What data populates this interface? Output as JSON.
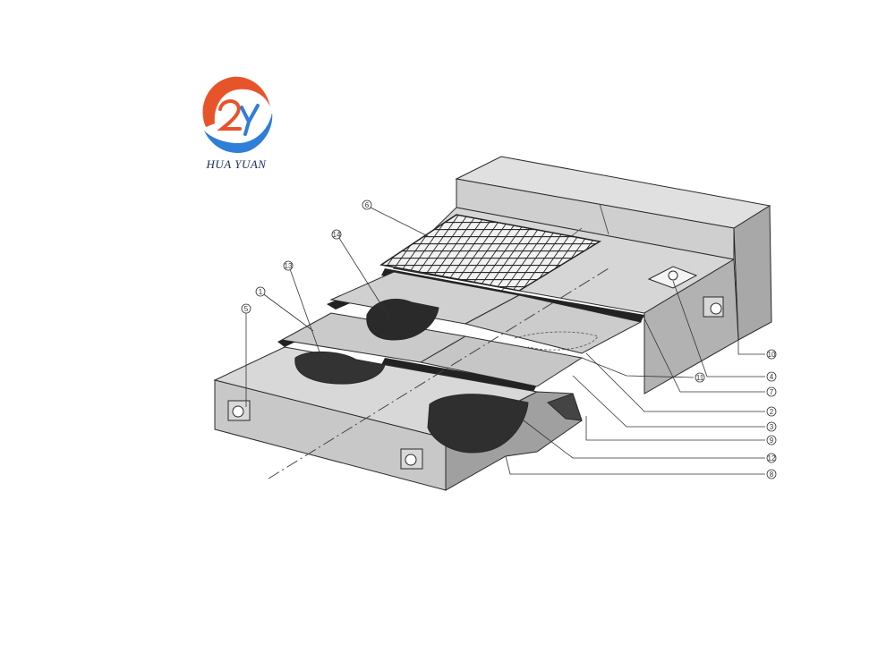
{
  "logo": {
    "text": "HUA YUAN",
    "colors": {
      "orange": "#e8542a",
      "blue": "#2f7ed8",
      "text": "#1a2c5a"
    }
  },
  "diagram": {
    "colors": {
      "face_light": "#d8d8d8",
      "face_mid": "#c4c4c4",
      "face_dark": "#9a9a9a",
      "line": "#2a2a2a",
      "rubber": "#222222"
    },
    "callouts": [
      {
        "id": "c1",
        "label": "1"
      },
      {
        "id": "c2",
        "label": "2"
      },
      {
        "id": "c3",
        "label": "3"
      },
      {
        "id": "c4",
        "label": "4"
      },
      {
        "id": "c5",
        "label": "5"
      },
      {
        "id": "c6",
        "label": "6"
      },
      {
        "id": "c7",
        "label": "7"
      },
      {
        "id": "c8",
        "label": "8"
      },
      {
        "id": "c9",
        "label": "9"
      },
      {
        "id": "c10",
        "label": "10"
      },
      {
        "id": "c11",
        "label": "11"
      },
      {
        "id": "c12",
        "label": "12"
      },
      {
        "id": "c13",
        "label": "13"
      },
      {
        "id": "c14",
        "label": "14"
      }
    ]
  }
}
